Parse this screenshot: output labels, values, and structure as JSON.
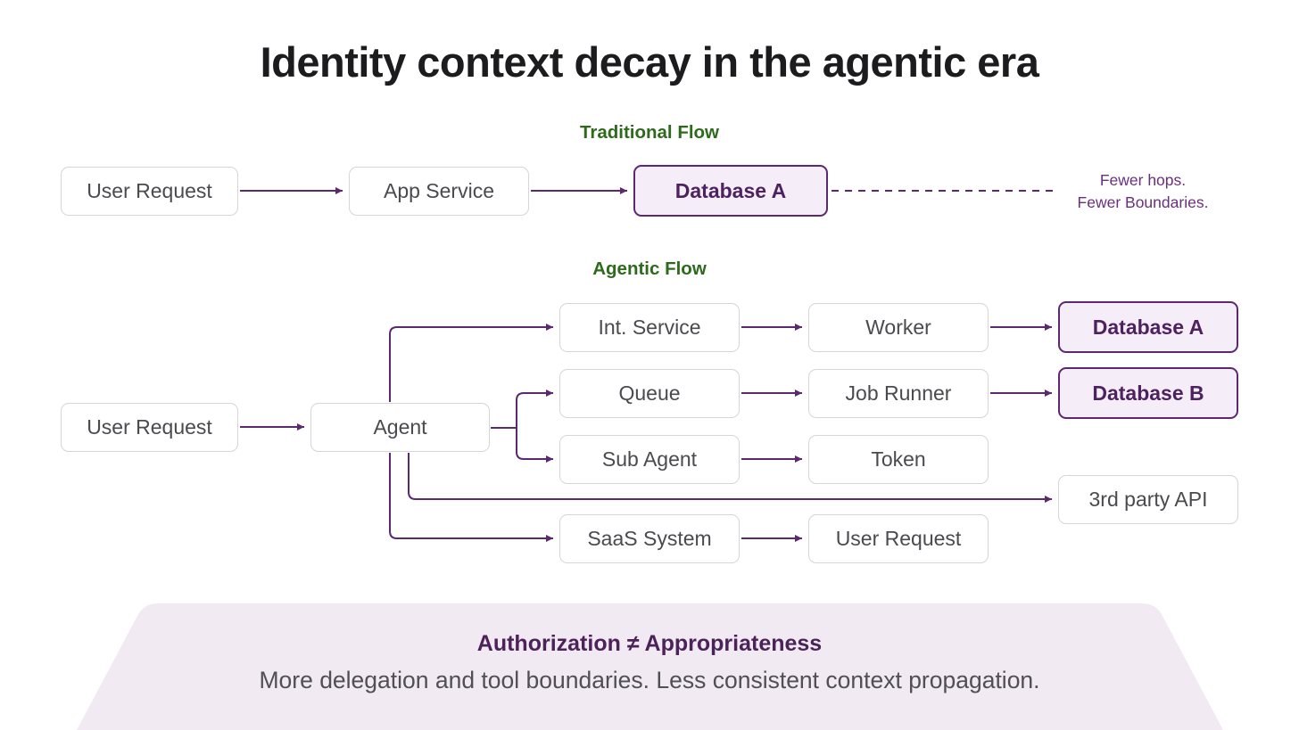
{
  "title": "Identity context decay in the agentic era",
  "traditional_flow": {
    "label": "Traditional Flow",
    "nodes": {
      "user_request": "User Request",
      "app_service": "App Service",
      "database_a": "Database A"
    },
    "annotation": {
      "line1": "Fewer hops.",
      "line2": "Fewer Boundaries."
    }
  },
  "agentic_flow": {
    "label": "Agentic Flow",
    "nodes": {
      "user_request": "User Request",
      "agent": "Agent",
      "int_service": "Int. Service",
      "worker": "Worker",
      "database_a": "Database A",
      "queue": "Queue",
      "job_runner": "Job Runner",
      "database_b": "Database B",
      "sub_agent": "Sub Agent",
      "token": "Token",
      "third_party_api": "3rd party API",
      "saas_system": "SaaS System",
      "user_request_end": "User Request"
    }
  },
  "banner": {
    "heading": "Authorization ≠ Appropriateness",
    "subtext": "More delegation and tool boundaries. Less consistent context propagation."
  },
  "colors": {
    "connector_purple": "#5c2870",
    "highlight_fill": "#f5eef8",
    "highlight_border": "#5c2870",
    "highlight_text": "#4e2260",
    "flow_label_green": "#2e6a1c",
    "annotation_purple": "#6b2f7d",
    "banner_fill": "#f1eaf3",
    "banner_heading_purple": "#4c2358",
    "node_text_gray": "#4a4a4f",
    "node_border_gray": "#d7d4da",
    "title_color": "#1c1c1e"
  }
}
